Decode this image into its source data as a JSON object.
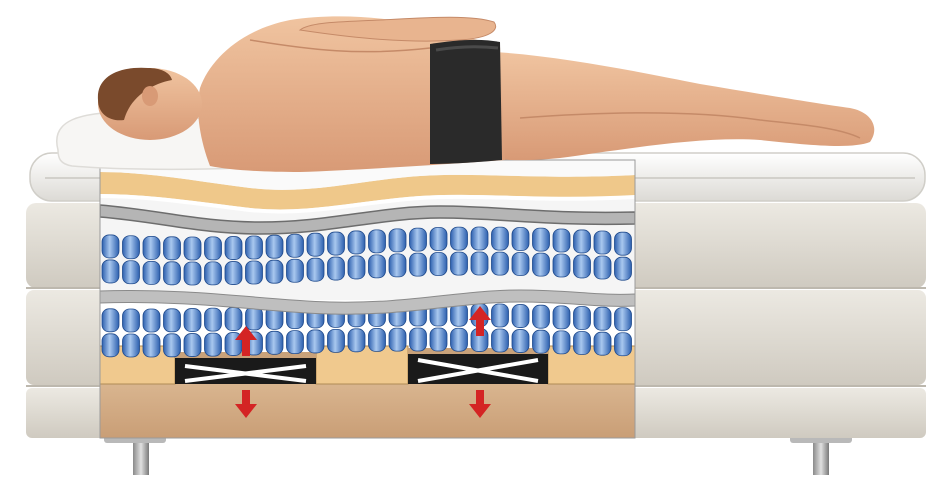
{
  "scene": {
    "subject": "person-lying-on-side",
    "object": "continental-bed-cross-section",
    "layers": [
      "pillow-top-topper",
      "comfort-foam",
      "upper-pocket-springs",
      "lower-pocket-springs",
      "foam-blocks",
      "cross-slat-supports",
      "wooden-base"
    ],
    "arrow_directions": [
      "up",
      "down",
      "up",
      "down"
    ]
  },
  "colors": {
    "spring": "#3d78c8",
    "spring_highlight": "#a9c8ef",
    "foam": "#efc88a",
    "base_wood": "#d8b089",
    "upholstery": "#e4e0d8",
    "arrow": "#d42424",
    "shorts": "#2a2a2a",
    "skin": "#e8b48f"
  }
}
